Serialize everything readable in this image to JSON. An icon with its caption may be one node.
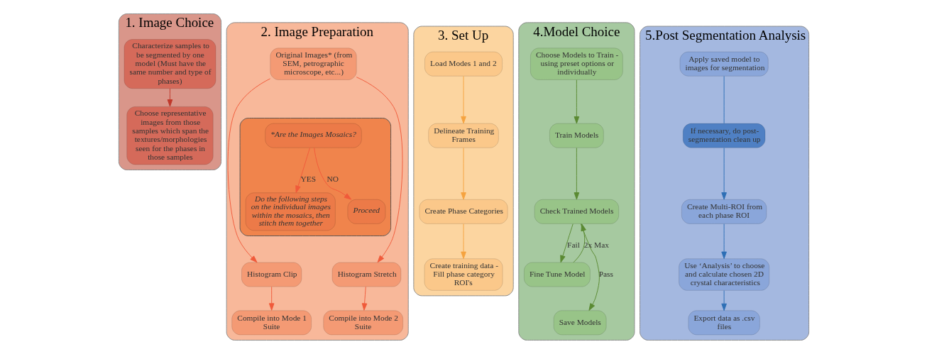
{
  "diagram": {
    "nodes": [
      {
        "text": [
          "1. Image Choice"
        ]
      },
      {
        "text": [
          "Characterize samples to be segmented by one model (Must have the same number and type of phases)"
        ],
        "in": 0
      },
      {
        "text": [
          "Choose representative images from those samples which span the textures/morphologies seen for the phases in those samples"
        ],
        "in": 0
      },
      {
        "text": [
          "2. Image Preparation"
        ]
      },
      {
        "text": [
          "Original Images* (from SEM, petrographic microscope, etc...)"
        ],
        "in": 3
      },
      {
        "text": [],
        "shape": "box",
        "in": 3
      },
      {
        "text": [
          "*Are the Images Mosaics?"
        ],
        "in": 5
      },
      {
        "text": [
          "Do the following steps on the individual images within the mosaics, then stitch them together"
        ],
        "in": 5
      },
      {
        "text": [
          "Proceed"
        ],
        "in": 5
      },
      {
        "text": [
          "Histogram Clip"
        ],
        "in": 3
      },
      {
        "text": [
          "Histogram Stretch"
        ],
        "in": 3
      },
      {
        "text": [
          "Compile into Mode 1 Suite"
        ],
        "in": 3
      },
      {
        "text": [
          "Compile into Mode 2 Suite"
        ],
        "in": 3
      },
      {
        "text": [
          "3. Set Up"
        ]
      },
      {
        "text": [
          "Load Modes 1 and 2"
        ],
        "in": 13
      },
      {
        "text": [
          "Delineate Training Frames"
        ],
        "in": 13
      },
      {
        "text": [
          "Create Phase Categories"
        ],
        "in": 13
      },
      {
        "text": [
          "Create training data - Fill phase category ROI's"
        ],
        "in": 13
      },
      {
        "text": [
          "4.Model Choice"
        ]
      },
      {
        "text": [
          "Choose Models to Train - using preset options or individually"
        ],
        "in": 18
      },
      {
        "text": [
          "Train Models"
        ],
        "in": 18
      },
      {
        "text": [
          "Check Trained Models"
        ],
        "in": 18
      },
      {
        "text": [
          "Fine Tune Model"
        ],
        "in": 18
      },
      {
        "text": [
          "Save Models"
        ],
        "in": 18
      },
      {
        "text": [
          "5.Post Segmentation Analysis"
        ]
      },
      {
        "text": [
          "Apply saved model to images for segmentation"
        ],
        "in": 24
      },
      {
        "text": [
          "If necessary, do post-segmentation clean up"
        ],
        "in": 24
      },
      {
        "text": [
          "Create Multi-ROI from each phase ROI"
        ],
        "in": 24
      },
      {
        "text": [
          "Use ‘Analysis’ to choose and calculate chosen 2D crystal characteristics"
        ],
        "in": 24
      },
      {
        "text": [
          "Export data as .csv files"
        ],
        "in": 24
      }
    ],
    "edges": [
      {
        "from": 1,
        "to": 2,
        "arrow": "to",
        "color": "#c0392b"
      },
      {
        "from": 4,
        "to": 9,
        "arrow": "to",
        "color": "#f05a3a"
      },
      {
        "from": 4,
        "to": 10,
        "arrow": "to",
        "color": "#f05a3a"
      },
      {
        "from": 6,
        "to": 7,
        "arrow": "to",
        "label": "YES",
        "color": "#f05a3a"
      },
      {
        "from": 6,
        "to": 8,
        "arrow": "to",
        "label": "NO",
        "color": "#f05a3a"
      },
      {
        "from": 9,
        "to": 11,
        "arrow": "to",
        "color": "#f05a3a"
      },
      {
        "from": 10,
        "to": 12,
        "arrow": "to",
        "color": "#f05a3a"
      },
      {
        "from": 14,
        "to": 15,
        "arrow": "to",
        "color": "#f5a340"
      },
      {
        "from": 15,
        "to": 16,
        "arrow": "to",
        "color": "#f5a340"
      },
      {
        "from": 16,
        "to": 17,
        "arrow": "to",
        "color": "#f5a340"
      },
      {
        "from": 19,
        "to": 20,
        "arrow": "to",
        "color": "#5a8a32"
      },
      {
        "from": 20,
        "to": 21,
        "arrow": "to",
        "color": "#5a8a32"
      },
      {
        "from": 21,
        "to": 23,
        "arrow": "to",
        "label": "Pass",
        "color": "#5a8a32"
      },
      {
        "from": 21,
        "to": 22,
        "arrow": "to",
        "label": "Fail",
        "color": "#5a8a32"
      },
      {
        "from": 22,
        "to": 21,
        "arrow": "to",
        "label": "2x Max",
        "color": "#5a8a32"
      },
      {
        "from": 25,
        "to": 26,
        "arrow": "none",
        "color": "#2e6fb5"
      },
      {
        "from": 26,
        "to": 27,
        "arrow": "to",
        "color": "#2e6fb5"
      },
      {
        "from": 27,
        "to": 28,
        "arrow": "to",
        "color": "#2e6fb5"
      },
      {
        "from": 28,
        "to": 29,
        "arrow": "to",
        "color": "#2e6fb5"
      }
    ]
  }
}
